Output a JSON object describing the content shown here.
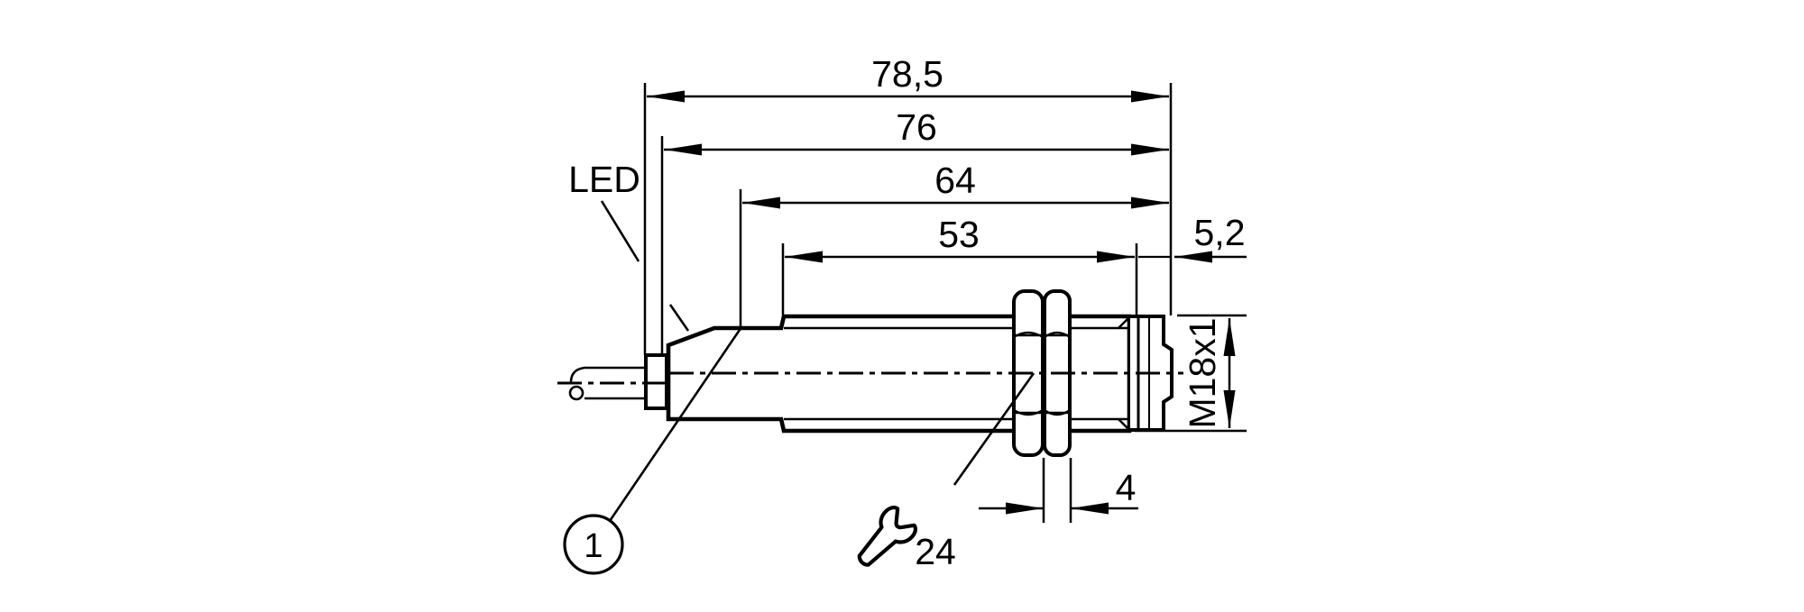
{
  "page": {
    "background": "#ffffff",
    "line_color": "#000000"
  },
  "drawing": {
    "kind": "sensor-dimension-drawing",
    "units_style": "decimal-comma",
    "dimensions": {
      "overall_length": "78,5",
      "housing_length": "76",
      "length_to_thread": "64",
      "thread_length": "53",
      "front_length": "5,2",
      "nut_thickness": "4",
      "thread_designation": "M18x1"
    },
    "annotations": {
      "led_label": "LED",
      "item_balloon": "1",
      "wrench_size": "24"
    }
  }
}
